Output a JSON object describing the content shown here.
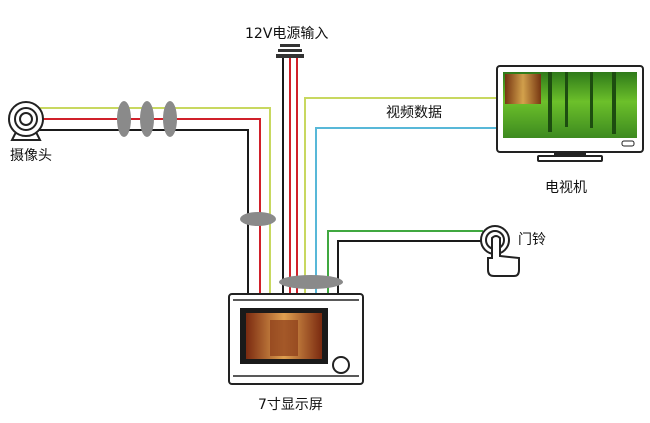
{
  "labels": {
    "power_input": "12V电源输入",
    "camera": "摄像头",
    "video_data": "视频数据",
    "tv": "电视机",
    "doorbell": "门铃",
    "monitor": "7寸显示屏"
  },
  "colors": {
    "wire_black": "#1a1a1a",
    "wire_red": "#d0202a",
    "wire_yellow": "#c8d860",
    "wire_cyan": "#58b8d8",
    "wire_green": "#40a840",
    "sheath_gray": "#8a8a8a",
    "device_outline": "#222222",
    "screen_bezel": "#2a2a2a"
  },
  "icons": [
    "camera-icon",
    "tv-icon",
    "doorbell-hand-icon",
    "power-plug-icon",
    "monitor-icon"
  ]
}
